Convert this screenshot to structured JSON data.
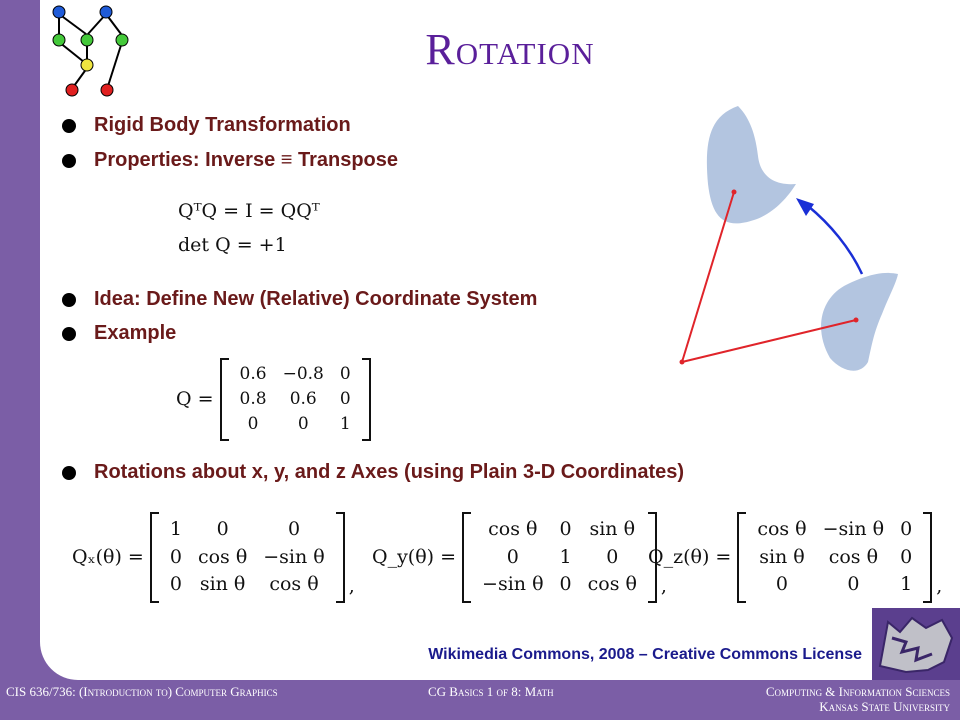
{
  "title": "Rotation",
  "bullets": [
    "Rigid Body Transformation",
    "Properties: Inverse ≡ Transpose",
    "Idea: Define New (Relative) Coordinate System",
    "Example",
    "Rotations about x, y, and z Axes (using Plain 3-D Coordinates)"
  ],
  "equations": {
    "orthogonality": "QᵀQ = I = QQᵀ",
    "determinant": "det Q = +1",
    "example_label": "Q =",
    "example_matrix": [
      "0.6",
      "−0.8",
      "0",
      "0.8",
      "0.6",
      "0",
      "0",
      "0",
      "1"
    ],
    "qx_label": "Qₓ(θ) =",
    "qx_matrix": [
      "1",
      "0",
      "0",
      "0",
      "cos θ",
      "−sin θ",
      "0",
      "sin θ",
      "cos θ"
    ],
    "qy_label": "Q_y(θ) =",
    "qy_matrix": [
      "cos θ",
      "0",
      "sin θ",
      "0",
      "1",
      "0",
      "−sin θ",
      "0",
      "cos θ"
    ],
    "qz_label": "Q_z(θ) =",
    "qz_matrix": [
      "cos θ",
      "−sin θ",
      "0",
      "sin θ",
      "cos θ",
      "0",
      "0",
      "0",
      "1"
    ],
    "comma": ","
  },
  "credit": "Wikimedia Commons, 2008 – Creative Commons License",
  "footer": {
    "left": "CIS 636/736: (Introduction to) Computer Graphics",
    "center": "CG Basics 1 of 8: Math",
    "right_line1": "Computing & Information Sciences",
    "right_line2": "Kansas State University"
  },
  "colors": {
    "background": "#7b5ea6",
    "title": "#5a1f9a",
    "bullet_text": "#6a1a1a",
    "credit": "#1a1a8c",
    "shape_fill": "#b3c5e0",
    "vector": "#e0242a",
    "arrow": "#1a2fd6"
  }
}
